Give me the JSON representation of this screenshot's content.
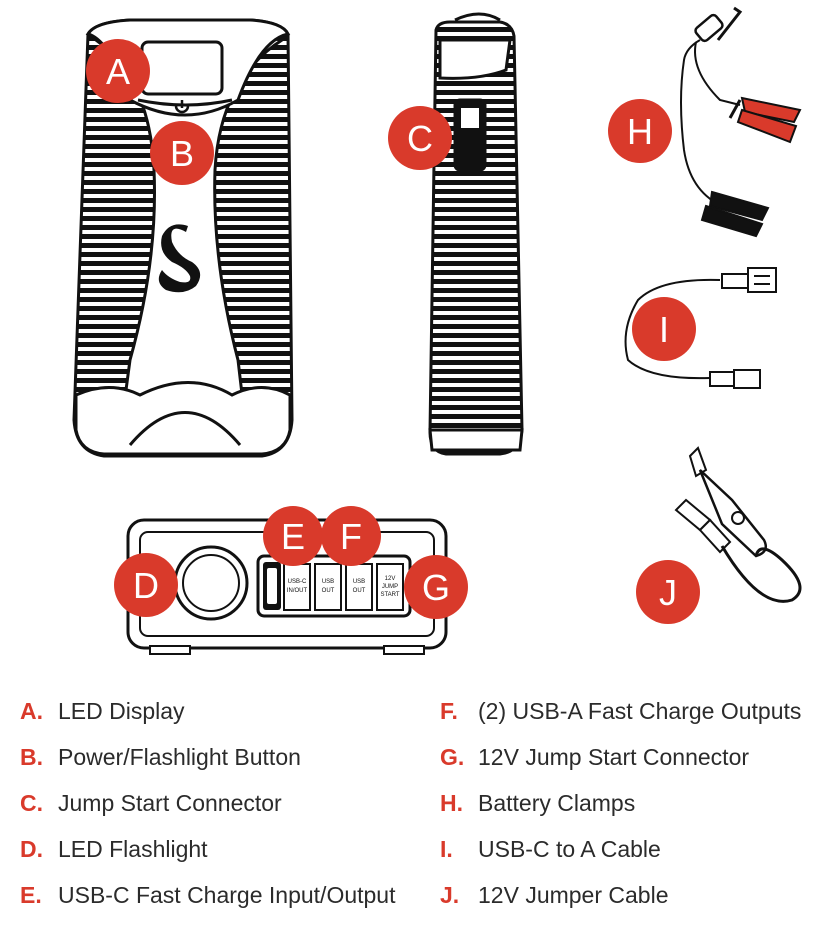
{
  "colors": {
    "badge": "#d93a2b",
    "outline": "#111111",
    "legend_letter": "#d93a2b"
  },
  "badges": {
    "a": "A",
    "b": "B",
    "c": "C",
    "d": "D",
    "e": "E",
    "f": "F",
    "g": "G",
    "h": "H",
    "i": "I",
    "j": "J"
  },
  "ports": {
    "usbc_line1": "USB-C",
    "usbc_line2": "IN/OUT",
    "usb1_line1": "USB",
    "usb1_line2": "OUT",
    "usb2_line1": "USB",
    "usb2_line2": "OUT",
    "jump_line1": "12V",
    "jump_line2": "JUMP",
    "jump_line3": "START"
  },
  "legend": {
    "items": [
      {
        "letter": "A.",
        "text": "LED Display"
      },
      {
        "letter": "B.",
        "text": "Power/Flashlight Button"
      },
      {
        "letter": "C.",
        "text": "Jump Start Connector"
      },
      {
        "letter": "D.",
        "text": "LED Flashlight"
      },
      {
        "letter": "E.",
        "text": "USB-C Fast Charge Input/Output"
      },
      {
        "letter": "F.",
        "text": "(2) USB-A Fast Charge Outputs"
      },
      {
        "letter": "G.",
        "text": "12V Jump Start Connector"
      },
      {
        "letter": "H.",
        "text": "Battery Clamps"
      },
      {
        "letter": "I.",
        "text": "USB-C to A Cable"
      },
      {
        "letter": "J.",
        "text": "12V Jumper Cable"
      }
    ]
  }
}
